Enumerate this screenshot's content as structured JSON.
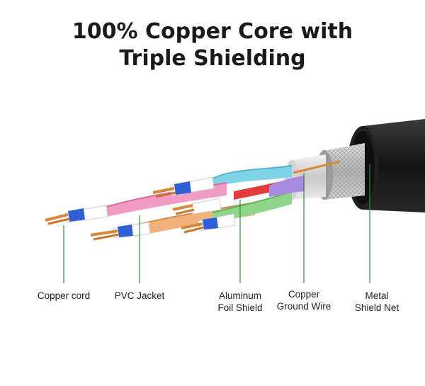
{
  "title": {
    "line1": "100% Copper Core with",
    "line2": "Triple Shielding"
  },
  "labels": [
    {
      "lines": [
        "Copper cord"
      ]
    },
    {
      "lines": [
        "PVC Jacket"
      ]
    },
    {
      "lines": [
        "Aluminum",
        "Foil Shield"
      ]
    },
    {
      "lines": [
        "Copper",
        "Ground Wire"
      ]
    },
    {
      "lines": [
        "Metal",
        "Shield Net"
      ]
    }
  ],
  "colors": {
    "leader_line": "#2e8b3a",
    "jacket": "#1c1c1c",
    "copper": "#d9873a",
    "pair_cyan": "#7fd3e6",
    "pair_pink": "#f29bc4",
    "pair_orange": "#f0b27a",
    "pair_green": "#8fd68a",
    "blue_wire": "#2f5fd8"
  }
}
